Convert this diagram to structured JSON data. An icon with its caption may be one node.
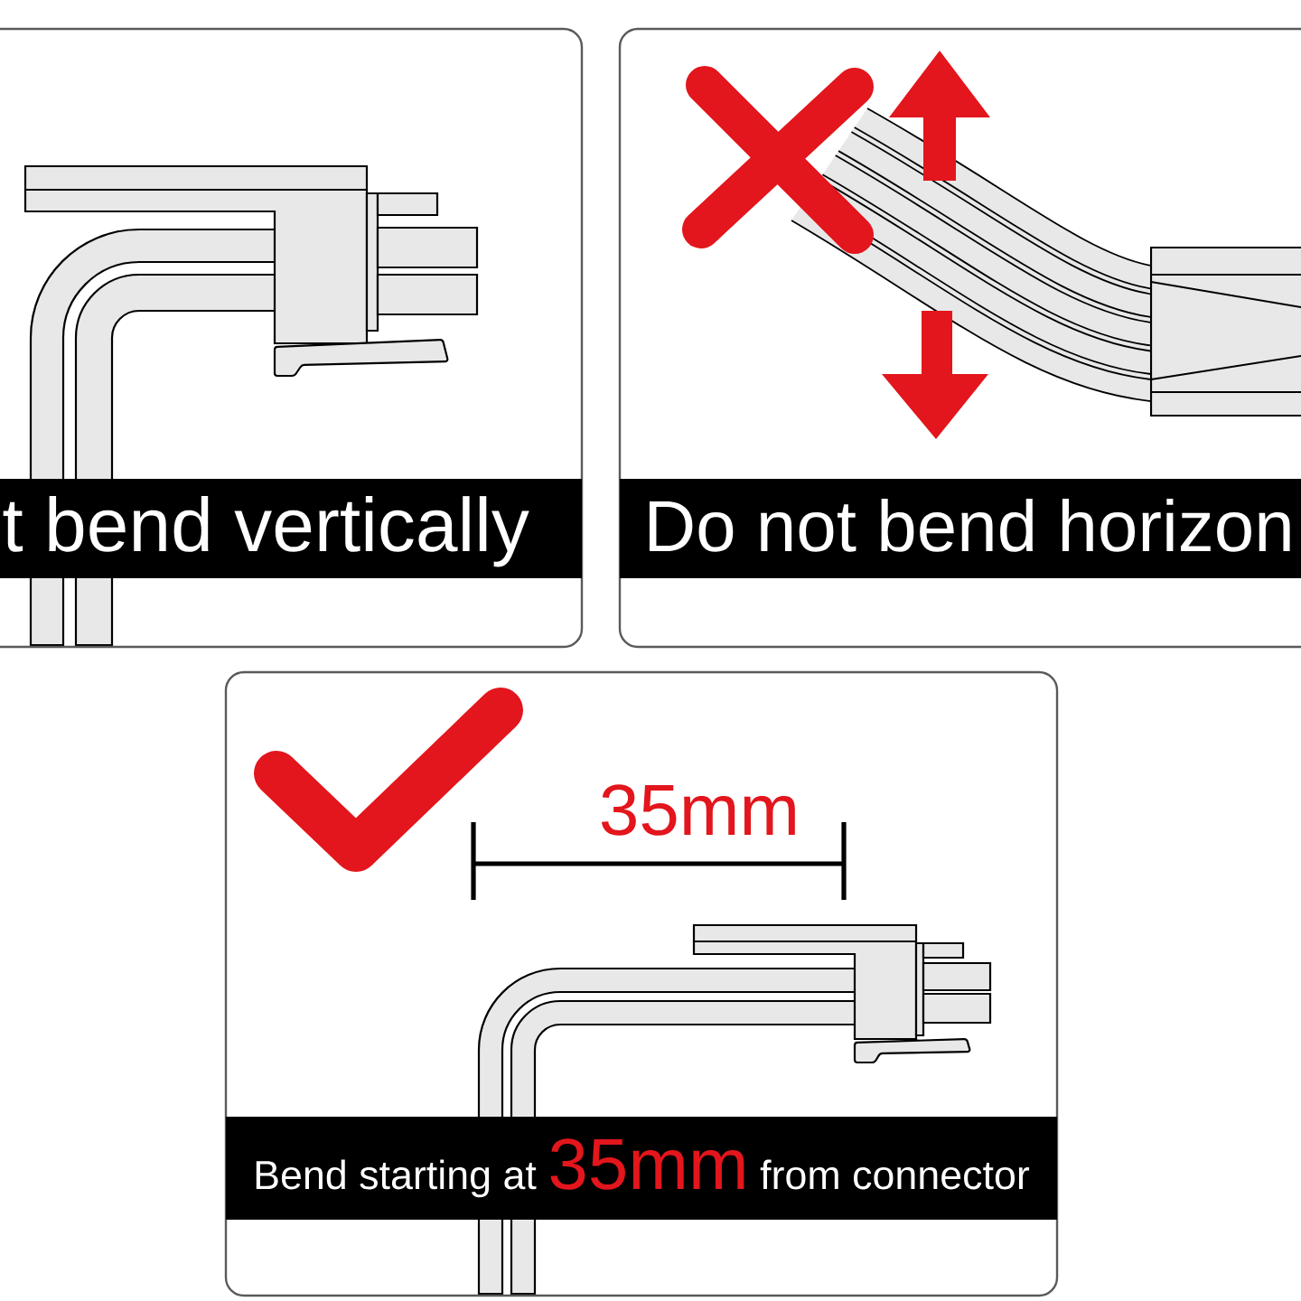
{
  "diagram": {
    "nodes": [
      {
        "text": [
          "t bend vertically"
        ]
      },
      {
        "text": [
          "Do not bend horizon"
        ]
      },
      {
        "text": [
          "Bend starting at",
          "35mm",
          "from connector"
        ]
      }
    ],
    "labels": [
      "35mm"
    ]
  }
}
